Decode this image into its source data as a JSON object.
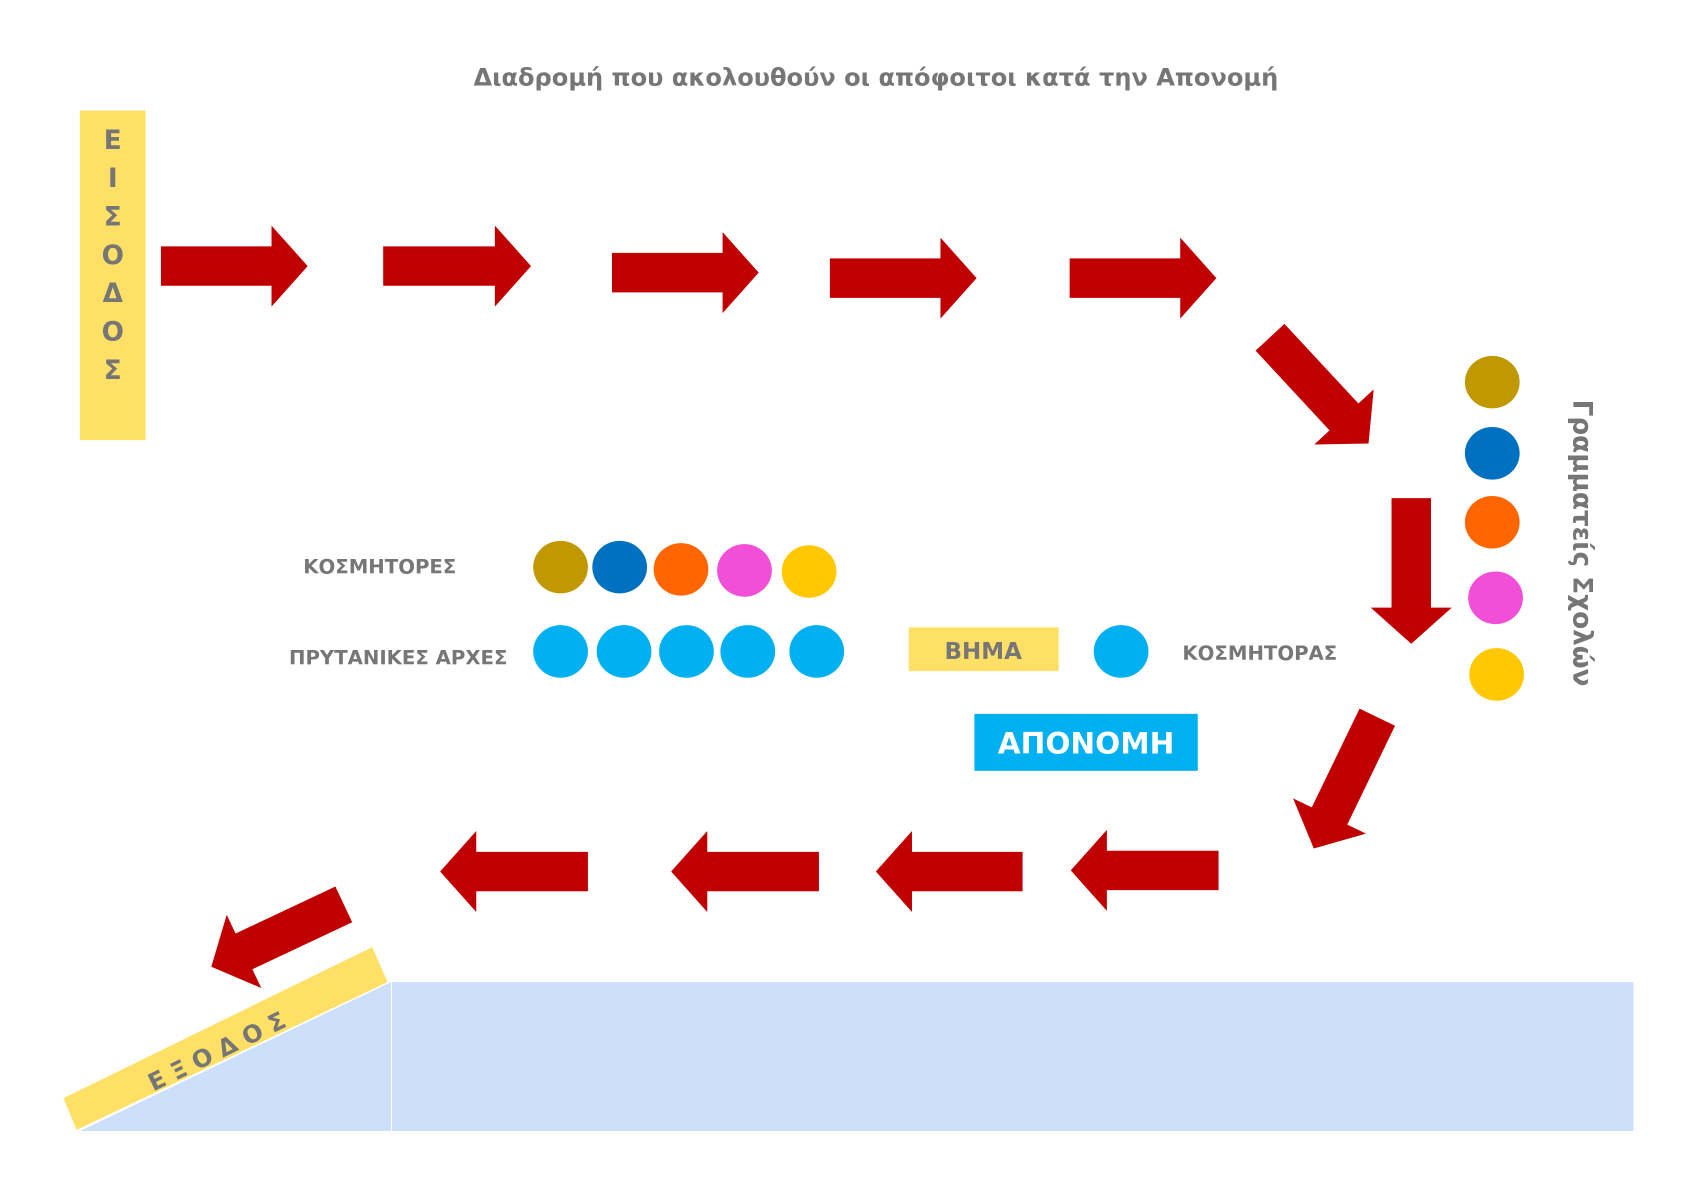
{
  "title": "Διαδρομή που ακολουθούν οι απόφοιτοι κατά την Απονομή",
  "entrance": {
    "letters": [
      "Ε",
      "Ι",
      "Σ",
      "Ο",
      "Δ",
      "Ο",
      "Σ"
    ]
  },
  "exit": {
    "label": "Ε Ξ Ο Δ Ο Σ"
  },
  "secretaries": {
    "label": "Γραμματείς Σχολών",
    "colors": [
      "#C09800",
      "#0070C0",
      "#FF6600",
      "#F24FD8",
      "#FFC800"
    ]
  },
  "deans": {
    "label": "ΚΟΣΜΗΤΟΡΕΣ",
    "colors": [
      "#C09800",
      "#0070C0",
      "#FF6600",
      "#F24FD8",
      "#FFC800"
    ]
  },
  "rectorate": {
    "label": "ΠΡΥΤΑΝΙΚΕΣ ΑΡΧΕΣ",
    "color": "#00B0F0",
    "count": 5
  },
  "podium": {
    "label": "ΒΗΜΑ"
  },
  "dean_single": {
    "label": "ΚΟΣΜΗΤΟΡΑΣ",
    "color": "#00B0F0"
  },
  "award": {
    "label": "ΑΠΟΝΟΜΗ"
  },
  "colors": {
    "arrow": "#C00000",
    "yellow": "#FFE066",
    "floor": "#CCE0FC",
    "cyan": "#00B0F0"
  }
}
